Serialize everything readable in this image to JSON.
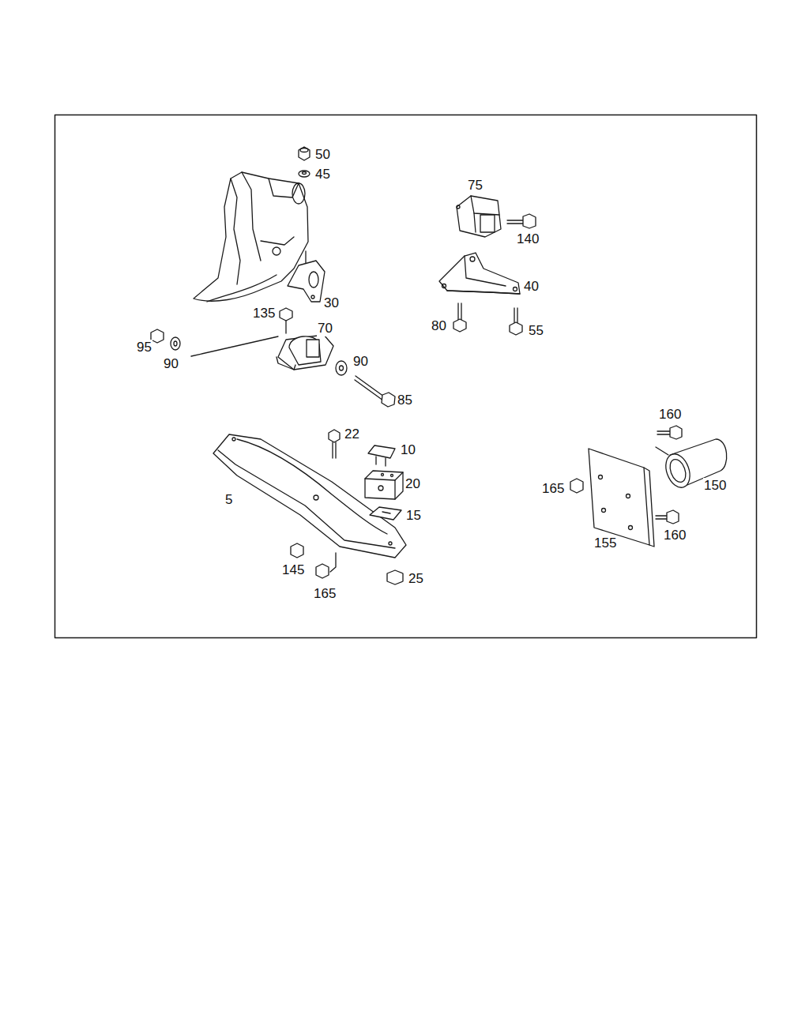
{
  "diagram": {
    "labels": [
      "50",
      "45",
      "75",
      "140",
      "40",
      "30",
      "135",
      "70",
      "80",
      "55",
      "95",
      "90",
      "90",
      "85",
      "160",
      "22",
      "10",
      "20",
      "5",
      "165",
      "150",
      "15",
      "155",
      "160",
      "145",
      "165",
      "25"
    ]
  }
}
